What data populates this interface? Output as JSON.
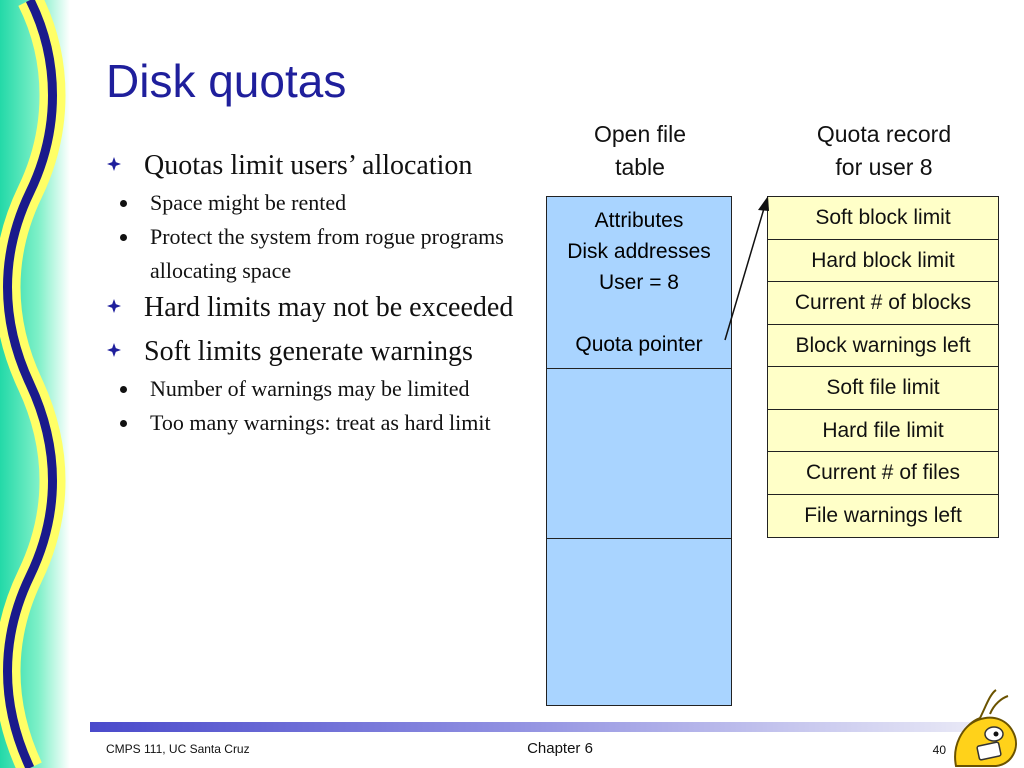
{
  "slide": {
    "title": "Disk quotas",
    "bullets": [
      {
        "text": "Quotas limit users’ allocation",
        "sub": [
          "Space might be rented",
          "Protect the system from rogue programs allocating space"
        ]
      },
      {
        "text": "Hard limits may not be exceeded",
        "sub": []
      },
      {
        "text": "Soft limits generate warnings",
        "sub": [
          "Number of warnings may be limited",
          "Too many warnings: treat as hard limit"
        ]
      }
    ]
  },
  "diagram": {
    "open_file_table": {
      "label_line1": "Open file",
      "label_line2": "table",
      "entry": [
        "Attributes",
        "Disk addresses",
        "User = 8",
        "Quota pointer"
      ]
    },
    "quota_record": {
      "label_line1": "Quota record",
      "label_line2": "for user 8",
      "fields": [
        "Soft block limit",
        "Hard block limit",
        "Current # of blocks",
        "Block warnings left",
        "Soft file limit",
        "Hard file limit",
        "Current # of files",
        "File warnings left"
      ]
    }
  },
  "footer": {
    "left": "CMPS 111, UC Santa Cruz",
    "center": "Chapter 6",
    "page": "40"
  },
  "colors": {
    "title": "#1f1f9c",
    "open_file_table_fill": "#a9d4ff",
    "quota_record_fill": "#ffffc8",
    "border_band_green": "#2fe0b0",
    "border_band_yellow": "#ffff66",
    "border_wave_blue": "#1a1a8c"
  },
  "icons": {
    "level1_bullet": "four-diamond-icon",
    "level2_bullet": "round-dot-icon",
    "logo": "banana-slug-logo"
  }
}
